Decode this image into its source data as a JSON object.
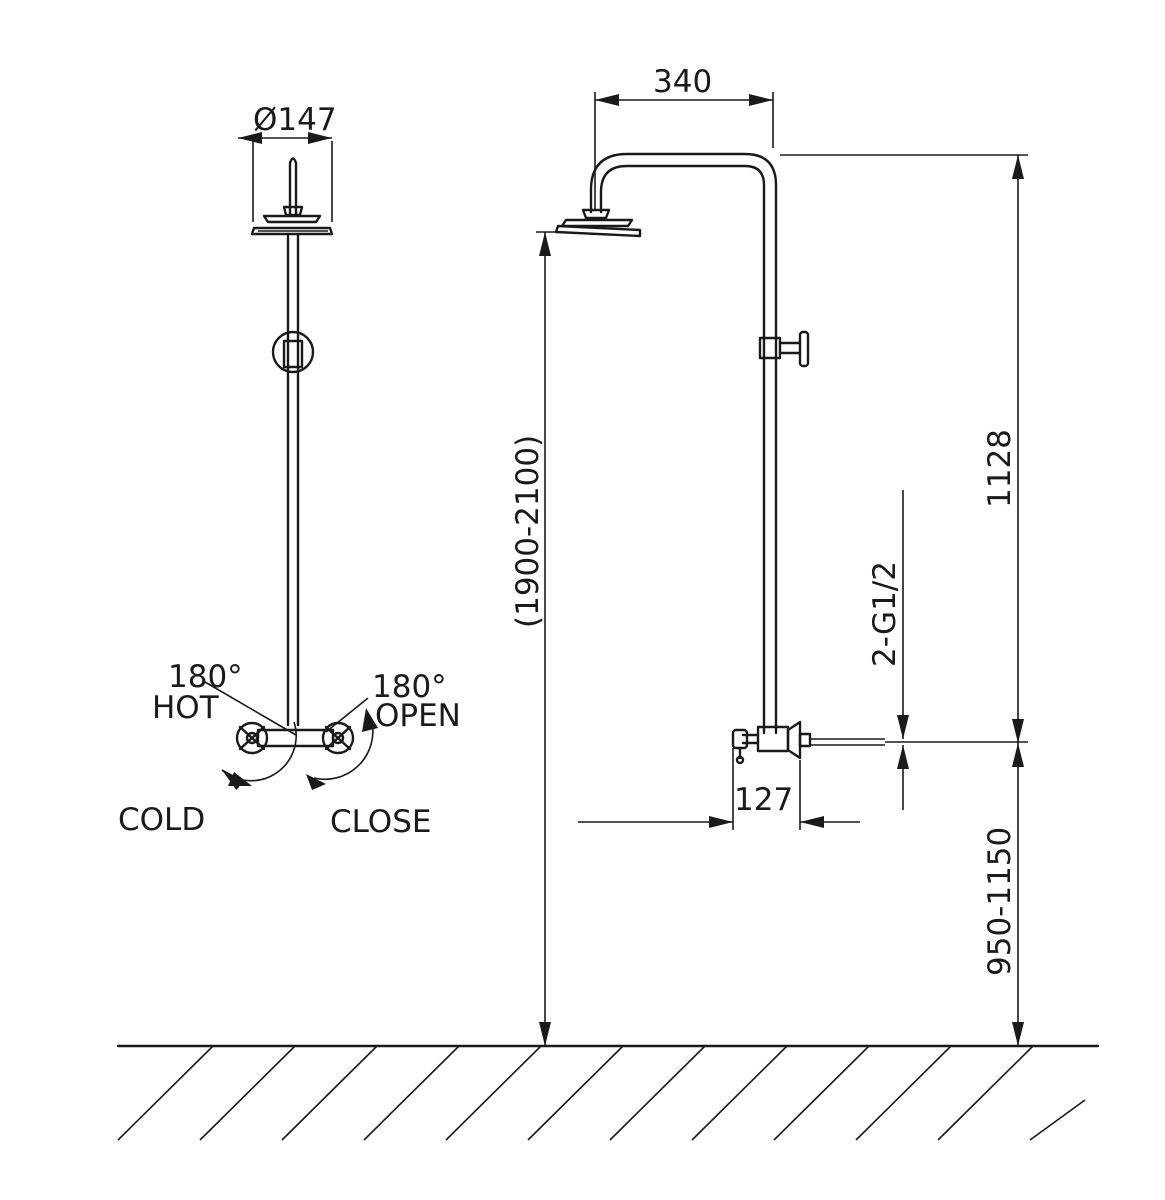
{
  "front_view": {
    "head_diameter": "Ø147",
    "hot_angle": "180°",
    "hot_label": "HOT",
    "open_angle": "180°",
    "open_label": "OPEN",
    "cold_label": "COLD",
    "close_label": "CLOSE"
  },
  "side_view": {
    "arm_reach": "340",
    "head_height": "(1900-2100)",
    "riser_height": "1128",
    "inlet_thread": "2-G1/2",
    "mixer_width": "127",
    "mixer_height": "950-1150"
  }
}
